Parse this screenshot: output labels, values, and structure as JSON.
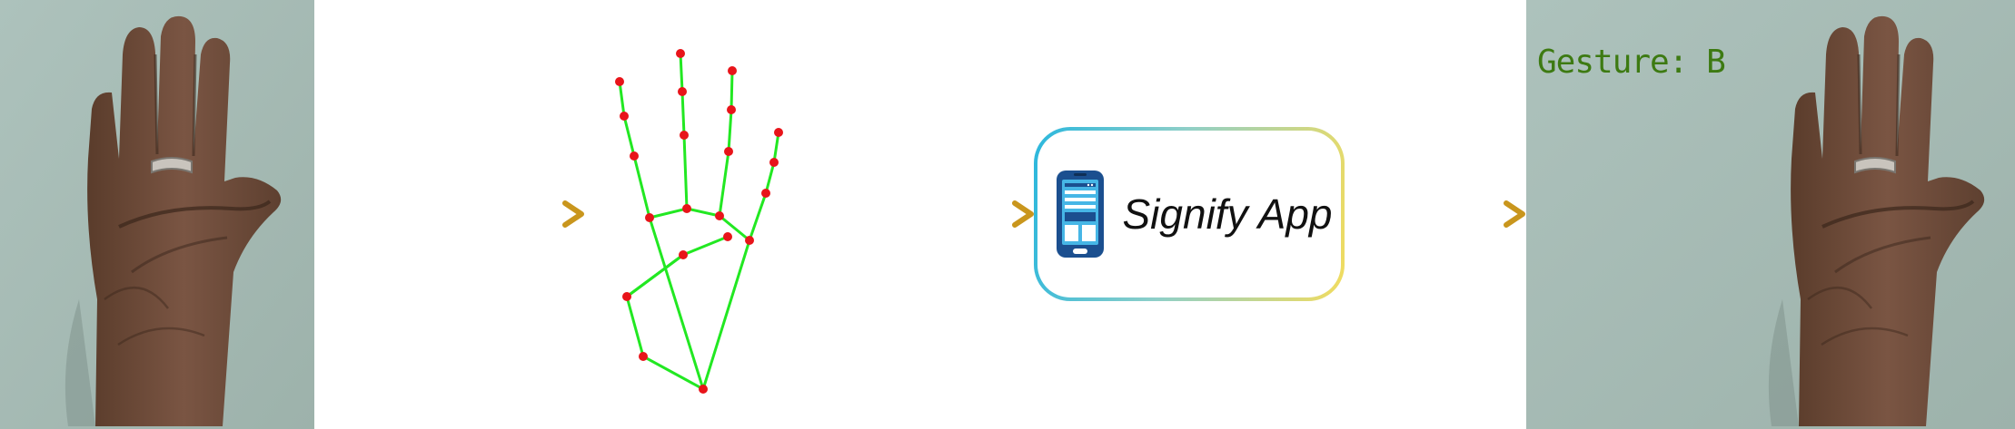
{
  "pipeline": {
    "input_photo": {
      "icon": "hand-palm-photo"
    },
    "skeleton": {
      "icon": "hand-landmarks-skeleton",
      "line_color": "#22e822",
      "point_color": "#e8141a"
    },
    "app": {
      "label": "Signify App",
      "icon": "mobile-app-icon"
    },
    "output_photo": {
      "icon": "hand-palm-photo",
      "gesture_text": "Gesture: B"
    },
    "colors": {
      "arrow_start": "#000000",
      "arrow_end": "#c9961d",
      "box_gradient_start": "#2ab7dd",
      "box_gradient_end": "#f2dc5e",
      "gesture_text": "#3d7a12",
      "photo_background": "#a5bab4"
    }
  }
}
